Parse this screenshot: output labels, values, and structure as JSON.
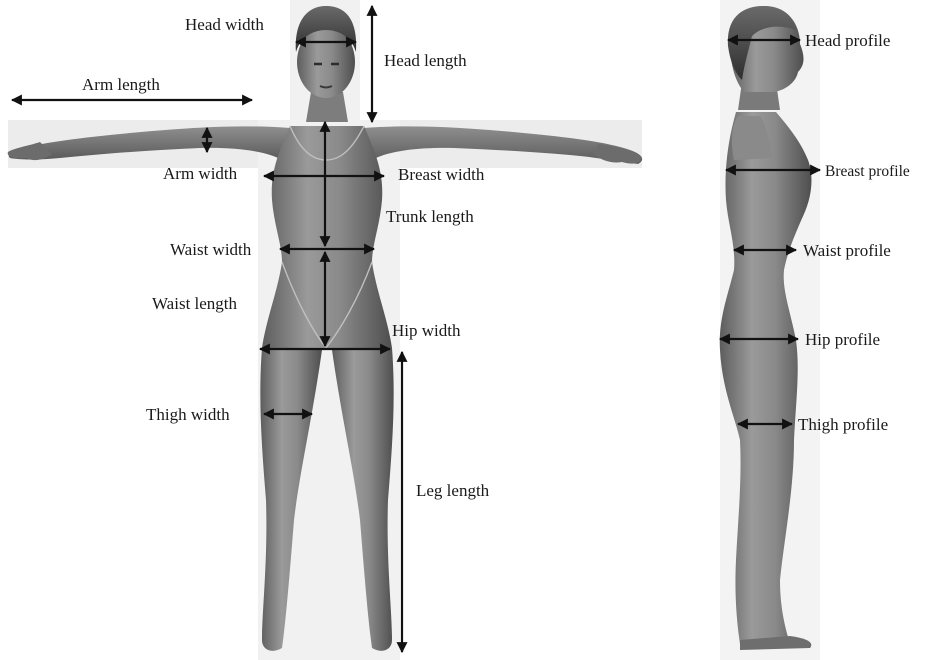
{
  "front_labels": {
    "head_width": "Head width",
    "head_length": "Head length",
    "arm_length": "Arm length",
    "arm_width": "Arm width",
    "breast_width": "Breast width",
    "trunk_length": "Trunk length",
    "waist_width": "Waist width",
    "waist_length": "Waist length",
    "hip_width": "Hip width",
    "thigh_width": "Thigh width",
    "leg_length": "Leg length"
  },
  "side_labels": {
    "head_profile": "Head profile",
    "breast_profile": "Breast profile",
    "waist_profile": "Waist profile",
    "hip_profile": "Hip profile",
    "thigh_profile": "Thigh profile"
  }
}
